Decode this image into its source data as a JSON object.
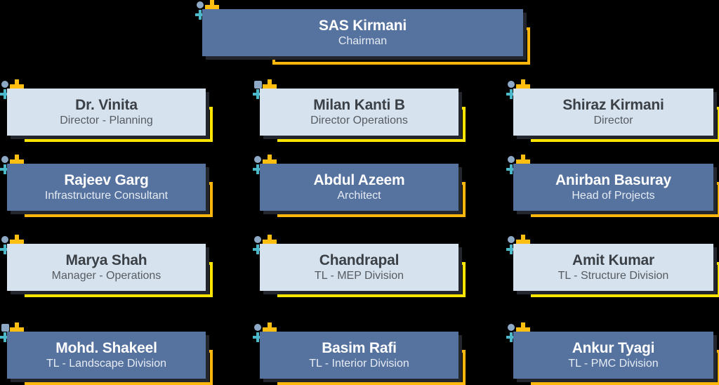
{
  "palette": {
    "background": "#000000",
    "dark_box_fill": "#56729F",
    "light_box_fill": "#D6E2EE",
    "dark_frame": "#FFB60D",
    "light_frame": "#FFE500",
    "shadow": "#23262D",
    "plus_amber": "#FFBE10",
    "plus_teal": "#4CB8CA",
    "marker": "#8EA9C6",
    "dark_name_text": "#FFFFFF",
    "dark_title_text": "#E6ECF4",
    "light_name_text": "#3B4046",
    "light_title_text": "#565B62"
  },
  "org": {
    "levels": [
      {
        "style": "dark",
        "nodes": [
          {
            "name": "SAS Kirmani",
            "title": "Chairman",
            "marker": "circle"
          }
        ]
      },
      {
        "style": "light",
        "nodes": [
          {
            "name": "Dr. Vinita",
            "title": "Director - Planning",
            "marker": "circle"
          },
          {
            "name": "Milan Kanti B",
            "title": "Director Operations",
            "marker": "square"
          },
          {
            "name": "Shiraz Kirmani",
            "title": "Director",
            "marker": "circle"
          }
        ]
      },
      {
        "style": "dark",
        "nodes": [
          {
            "name": "Rajeev Garg",
            "title": "Infrastructure Consultant",
            "marker": "circle"
          },
          {
            "name": "Abdul Azeem",
            "title": "Architect",
            "marker": "circle"
          },
          {
            "name": "Anirban Basuray",
            "title": "Head of Projects",
            "marker": "circle"
          }
        ]
      },
      {
        "style": "light",
        "nodes": [
          {
            "name": "Marya Shah",
            "title": "Manager - Operations",
            "marker": "circle"
          },
          {
            "name": "Chandrapal",
            "title": "TL - MEP Division",
            "marker": "circle"
          },
          {
            "name": "Amit Kumar",
            "title": "TL - Structure Division",
            "marker": "circle"
          }
        ]
      },
      {
        "style": "dark",
        "nodes": [
          {
            "name": "Mohd. Shakeel",
            "title": "TL - Landscape Division",
            "marker": "square"
          },
          {
            "name": "Basim Rafi",
            "title": "TL - Interior Division",
            "marker": "circle"
          },
          {
            "name": "Ankur Tyagi",
            "title": "TL - PMC Division",
            "marker": "circle"
          }
        ]
      }
    ]
  }
}
